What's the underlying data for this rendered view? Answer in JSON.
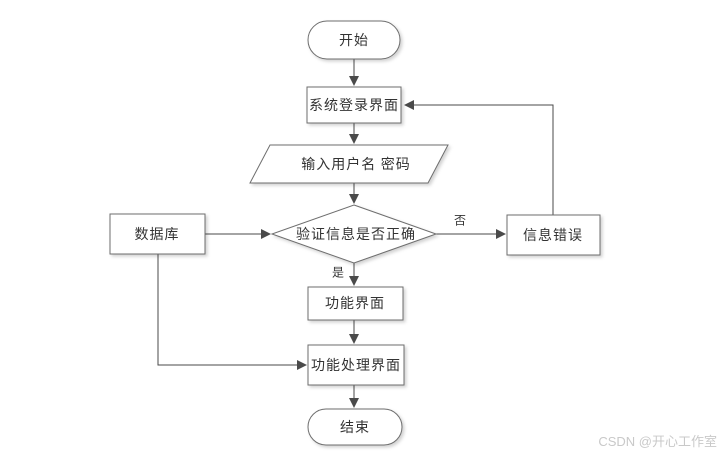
{
  "diagram": {
    "type": "flowchart",
    "nodes": {
      "start": {
        "label": "开始",
        "shape": "terminator"
      },
      "login": {
        "label": "系统登录界面",
        "shape": "rectangle"
      },
      "input": {
        "label": "输入用户名 密码",
        "shape": "parallelogram"
      },
      "verify": {
        "label": "验证信息是否正确",
        "shape": "diamond"
      },
      "database": {
        "label": "数据库",
        "shape": "rectangle"
      },
      "error": {
        "label": "信息错误",
        "shape": "rectangle"
      },
      "function": {
        "label": "功能界面",
        "shape": "rectangle"
      },
      "process": {
        "label": "功能处理界面",
        "shape": "rectangle"
      },
      "end": {
        "label": "结束",
        "shape": "terminator"
      }
    },
    "edges": [
      {
        "from": "start",
        "to": "login"
      },
      {
        "from": "login",
        "to": "input"
      },
      {
        "from": "input",
        "to": "verify"
      },
      {
        "from": "verify",
        "to": "function",
        "label": "是"
      },
      {
        "from": "verify",
        "to": "error",
        "label": "否"
      },
      {
        "from": "error",
        "to": "login"
      },
      {
        "from": "database",
        "to": "verify"
      },
      {
        "from": "database",
        "to": "process"
      },
      {
        "from": "function",
        "to": "process"
      },
      {
        "from": "process",
        "to": "end"
      }
    ],
    "edge_labels": {
      "yes": "是",
      "no": "否"
    }
  },
  "watermark": {
    "text": "CSDN @开心工作室"
  },
  "colors": {
    "background": "#ffffff",
    "line": "#4a4a4a",
    "border": "#6e6e6e",
    "text": "#333333",
    "watermark": "#c9c9c9"
  }
}
